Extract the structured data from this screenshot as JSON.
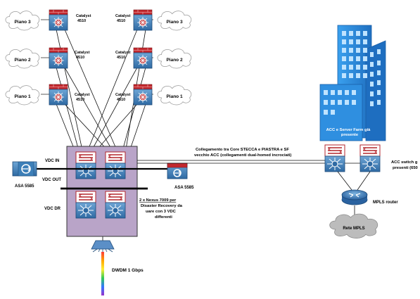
{
  "floors": {
    "left": [
      "Piano 3",
      "Piano 2",
      "Piano 1"
    ],
    "right": [
      "Piano 3",
      "Piano 2",
      "Piano 1"
    ]
  },
  "access_switches": {
    "left": [
      {
        "line1": "Catalyst",
        "line2": "4510"
      },
      {
        "line1": "Catalyst",
        "line2": "4510"
      },
      {
        "line1": "Catalyst",
        "line2": "4510"
      }
    ],
    "right": [
      {
        "line1": "Catalyst",
        "line2": "4510"
      },
      {
        "line1": "Catalyst",
        "line2": "4510"
      },
      {
        "line1": "Catalyst",
        "line2": "4510"
      }
    ]
  },
  "vdc": {
    "in": "VDC IN",
    "out": "VDC OUT",
    "dr": "VDC DR"
  },
  "firewalls": {
    "left": "ASA 5585",
    "right": "ASA 5585"
  },
  "nexus_note": {
    "line1": "2 x Nexus 7009 per",
    "line2": "Disaster Recovery da",
    "line3": "uare con 3 VDC",
    "line4": "differenti"
  },
  "dwdm_label": "DWDM 1 Gbps",
  "link_note": {
    "line1": "Collegamento tra Core STECCA e PIASTRA e SF",
    "line2": "vecchio ACC (collegamenti dual-homed incrociati)"
  },
  "building_label": {
    "line1": "ACC e Server Farm già",
    "line2": "presente"
  },
  "acc_switch_label": {
    "line1": "ACC switch g",
    "line2": "presenti (650"
  },
  "mpls_router_label": "MPLS router",
  "mpls_cloud_label": "Rete MPLS",
  "colors": {
    "switch_blue": "#3c7fb8",
    "firewall_red": "#b3262c",
    "vdc_box": "#b9a4c8",
    "building_blue": "#2f8fe0",
    "cloud_grey": "#b8b8b8"
  }
}
